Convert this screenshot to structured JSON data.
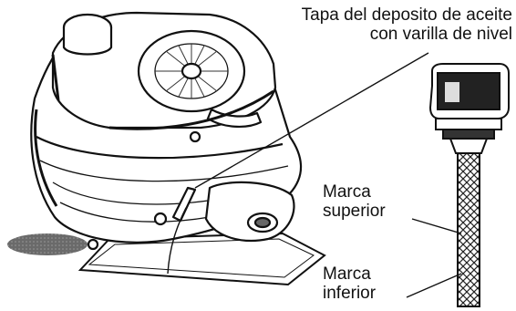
{
  "labels": {
    "dipstick_cap": {
      "line1": "Tapa del deposito de aceite",
      "line2": "con varilla de nivel"
    },
    "upper_mark": {
      "line1": "Marca",
      "line2": "superior"
    },
    "lower_mark": {
      "line1": "Marca",
      "line2": "inferior"
    }
  },
  "colors": {
    "ink": "#111111",
    "background": "#ffffff",
    "shadow": "#555555"
  }
}
